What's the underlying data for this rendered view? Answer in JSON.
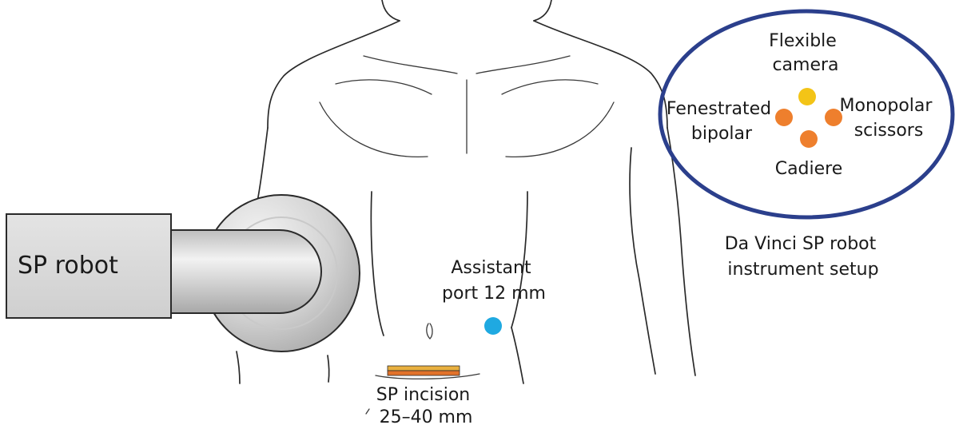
{
  "figure": {
    "robot_label": "SP robot",
    "assistant_port": [
      "Assistant",
      "port 12 mm"
    ],
    "incision": [
      "SP incision",
      "25–40 mm"
    ],
    "setup_caption": [
      "Da Vinci SP robot",
      "instrument setup"
    ]
  },
  "instruments": {
    "camera": [
      "Flexible",
      "camera"
    ],
    "left": [
      "Fenestrated",
      "bipolar"
    ],
    "right": [
      "Monopolar",
      "scissors"
    ],
    "bottom": [
      "Cadiere"
    ]
  },
  "colors": {
    "camera_dot": "#f3c417",
    "instrument_dot": "#ee7f2d",
    "port_dot": "#1fa9e1",
    "ellipse_stroke": "#2b3f8c",
    "incision_top": "#e9b03f",
    "incision_bottom": "#e2722a",
    "robot_fill": "#d9d9d9"
  }
}
